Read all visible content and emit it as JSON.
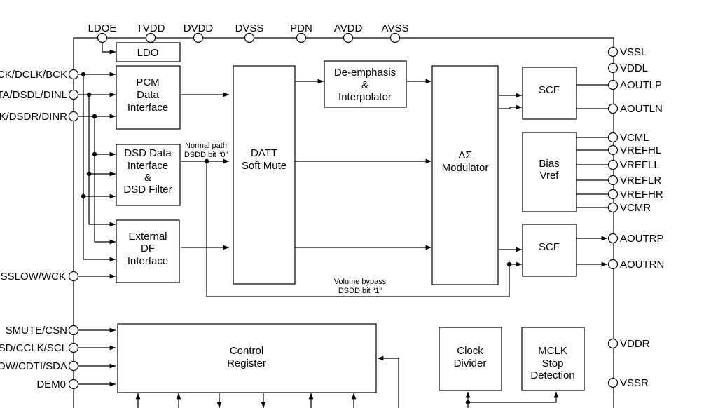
{
  "pins": {
    "top": [
      "LDOE",
      "TVDD",
      "DVDD",
      "DVSS",
      "PDN",
      "AVDD",
      "AVSS"
    ],
    "left": [
      "CK/DCLK/BCK",
      "TA/DSDL/DINL",
      "K/DSDR/DINR",
      "SSLOW/WCK",
      "SMUTE/CSN",
      "SD/CCLK/SCL",
      "OW/CDTI/SDA",
      "DEM0"
    ],
    "right": [
      "VSSL",
      "VDDL",
      "AOUTLP",
      "AOUTLN",
      "VCML",
      "VREFHL",
      "VREFLL",
      "VREFLR",
      "VREFHR",
      "VCMR",
      "AOUTRP",
      "AOUTRN",
      "VDDR",
      "VSSR"
    ]
  },
  "blocks": {
    "ldo": [
      "LDO"
    ],
    "pcm": [
      "PCM",
      "Data",
      "Interface"
    ],
    "dsd": [
      "DSD Data",
      "Interface",
      "&",
      "DSD Filter"
    ],
    "extdf": [
      "External",
      "DF",
      "Interface"
    ],
    "datt": [
      "DATT",
      "Soft Mute"
    ],
    "deemph": [
      "De-emphasis",
      "&",
      "Interpolator"
    ],
    "modulator": [
      "ΔΣ",
      "Modulator"
    ],
    "scf_l": [
      "SCF"
    ],
    "bias": [
      "Bias",
      "Vref"
    ],
    "scf_r": [
      "SCF"
    ],
    "control": [
      "Control",
      "Register"
    ],
    "clkdiv": [
      "Clock",
      "Divider"
    ],
    "mclk": [
      "MCLK",
      "Stop",
      "Detection"
    ]
  },
  "notes": {
    "normal_path": [
      "Normal path",
      "DSDD bit “0”"
    ],
    "volume_bypass": [
      "Volume bypass",
      "DSDD bit “1”"
    ]
  }
}
